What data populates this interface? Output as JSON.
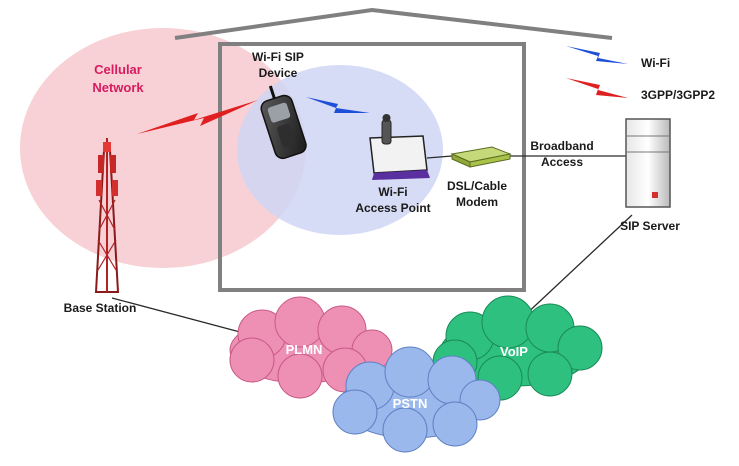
{
  "cellular": {
    "line1": "Cellular",
    "line2": "Network"
  },
  "device": {
    "line1": "Wi-Fi SIP",
    "line2": "Device"
  },
  "access_point": {
    "line1": "Wi-Fi",
    "line2": "Access Point"
  },
  "modem": {
    "line1": "DSL/Cable",
    "line2": "Modem"
  },
  "broadband": {
    "line1": "Broadband",
    "line2": "Access"
  },
  "sip_server": "SIP Server",
  "base_station": "Base Station",
  "legend": {
    "wifi": "Wi-Fi",
    "cellular": "3GPP/3GPP2"
  },
  "clouds": {
    "plmn": "PLMN",
    "pstn": "PSTN",
    "voip": "VoIP"
  },
  "colors": {
    "cellular_zone": "#f6c9cf",
    "wifi_zone": "#cfd6f5",
    "wifi_link": "#1e4fd8",
    "cellular_link": "#e02020",
    "plmn": "#ee8fb4",
    "pstn": "#9ab8ec",
    "voip": "#2ec07f"
  }
}
